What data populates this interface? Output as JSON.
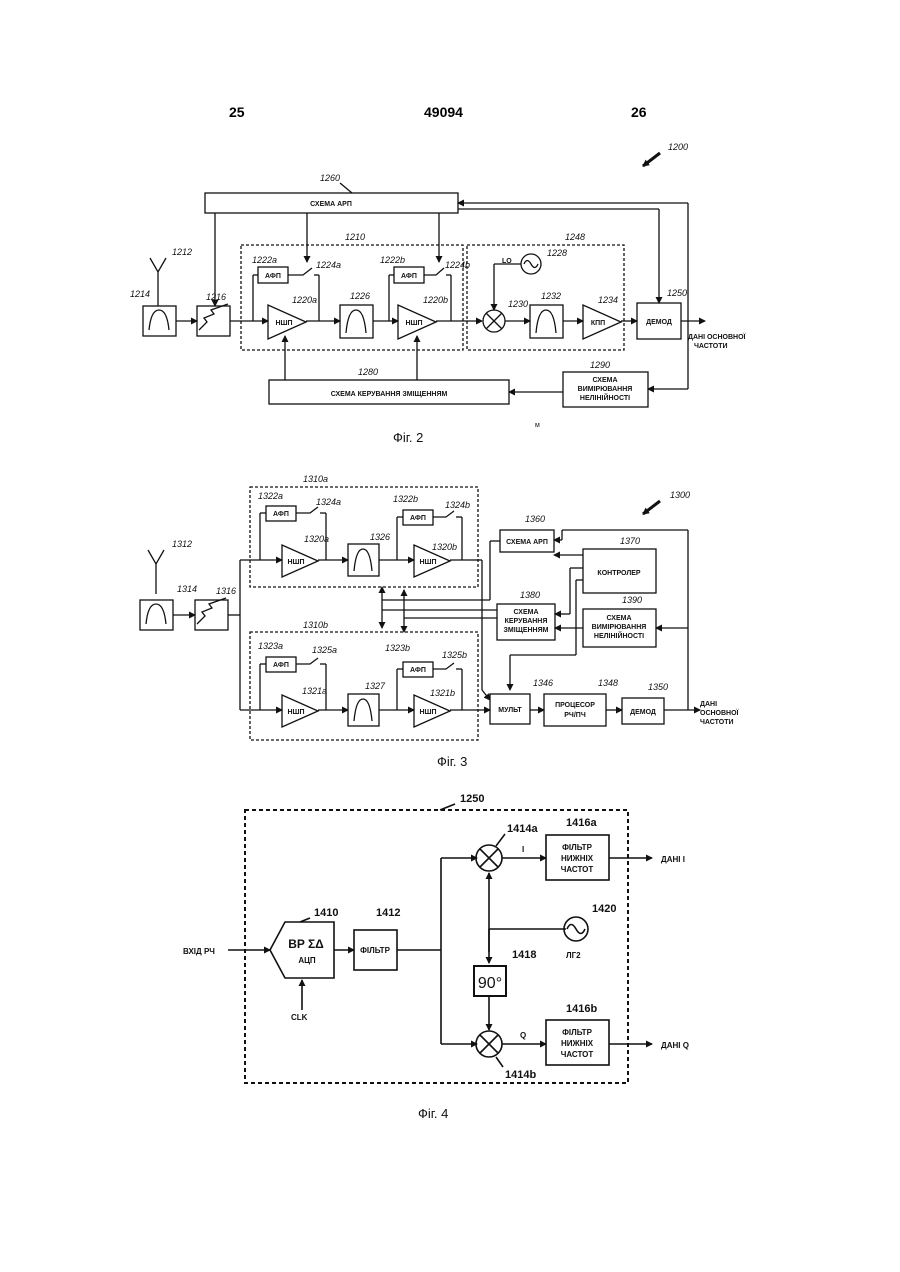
{
  "header": {
    "left_page": "25",
    "doc_number": "49094",
    "right_page": "26"
  },
  "fig2": {
    "caption": "Фіг. 2",
    "ref_main": "1200",
    "agc_label": "СХЕМА АРП",
    "agc_ref": "1260",
    "antenna_ref": "1212",
    "filter_ref": "1214",
    "attenuator_ref": "1216",
    "frontend_ref": "1210",
    "det_a_label": "АФП",
    "det_a_ref": "1222a",
    "sw_a_ref": "1224a",
    "det_b_label": "АФП",
    "det_b_ref": "1222b",
    "sw_b_ref": "1224b",
    "lna_a_label": "НШП",
    "lna_a_ref": "1220a",
    "lna_b_label": "НШП",
    "lna_b_ref": "1220b",
    "bpf_ref": "1226",
    "downconv_ref": "1248",
    "lo_label": "LO",
    "lo_ref": "1228",
    "mixer_ref": "1230",
    "bpf2_ref": "1232",
    "vga_label": "КПП",
    "vga_ref": "1234",
    "demod_label": "ДЕМОД",
    "demod_ref": "1250",
    "output_line1": "ДАНІ ОСНОВНОЇ",
    "output_line2": "ЧАСТОТИ",
    "bias_label": "СХЕМА КЕРУВАННЯ ЗМІЩЕННЯМ",
    "bias_ref": "1280",
    "meas_line1": "СХЕМА",
    "meas_line2": "ВИМІРЮВАННЯ",
    "meas_line3": "НЕЛІНІЙНОСТІ",
    "meas_ref": "1290",
    "stray_mark": "м"
  },
  "fig3": {
    "caption": "Фіг. 3",
    "ref_main": "1300",
    "antenna_ref": "1312",
    "filter_ref": "1314",
    "attenuator_ref": "1316",
    "path_a_ref": "1310a",
    "path_b_ref": "1310b",
    "det_1322a_label": "АФП",
    "det_1322a_ref": "1322a",
    "sw_1324a_ref": "1324a",
    "det_1322b_label": "АФП",
    "det_1322b_ref": "1322b",
    "sw_1324b_ref": "1324b",
    "lna_1320a_label": "НШП",
    "lna_1320a_ref": "1320a",
    "lna_1320b_label": "НШП",
    "lna_1320b_ref": "1320b",
    "bpf_1326_ref": "1326",
    "det_1323a_label": "АФП",
    "det_1323a_ref": "1323a",
    "sw_1325a_ref": "1325a",
    "det_1323b_label": "АФП",
    "det_1323b_ref": "1323b",
    "sw_1325b_ref": "1325b",
    "lna_1321a_label": "НШП",
    "lna_1321a_ref": "1321a",
    "lna_1321b_label": "НШП",
    "lna_1321b_ref": "1321b",
    "bpf_1327_ref": "1327",
    "agc_label": "СХЕМА АРП",
    "agc_ref": "1360",
    "ctrl_label": "КОНТРОЛЕР",
    "ctrl_ref": "1370",
    "bias_line1": "СХЕМА",
    "bias_line2": "КЕРУВАННЯ",
    "bias_line3": "ЗМІЩЕННЯМ",
    "bias_ref": "1380",
    "meas_line1": "СХЕМА",
    "meas_line2": "ВИМІРЮВАННЯ",
    "meas_line3": "НЕЛІНІЙНОСТІ",
    "meas_ref": "1390",
    "mux_label": "МУЛЬТ",
    "mux_ref": "1346",
    "proc_line1": "ПРОЦЕСОР",
    "proc_line2": "РЧ/ПЧ",
    "proc_ref": "1348",
    "demod_label": "ДЕМОД",
    "demod_ref": "1350",
    "output_line1": "ДАНІ",
    "output_line2": "ОСНОВНОЇ",
    "output_line3": "ЧАСТОТИ"
  },
  "fig4": {
    "caption": "Фіг. 4",
    "frame_ref": "1250",
    "input_label": "ВХІД РЧ",
    "clock_label": "CLK",
    "adc_line1": "BP ΣΔ",
    "adc_line2": "АЦП",
    "adc_ref": "1410",
    "filter_label": "ФІЛЬТР",
    "filter_ref": "1412",
    "mixer_i_ref": "1414a",
    "mixer_q_ref": "1414b",
    "i_label": "I",
    "q_label": "Q",
    "lpf_i_line1": "ФІЛЬТР",
    "lpf_i_line2": "НИЖНІХ",
    "lpf_i_line3": "ЧАСТОТ",
    "lpf_i_ref": "1416a",
    "lpf_q_line1": "ФІЛЬТР",
    "lpf_q_line2": "НИЖНІХ",
    "lpf_q_line3": "ЧАСТОТ",
    "lpf_q_ref": "1416b",
    "phase_label": "90°",
    "phase_ref": "1418",
    "osc_label": "ЛГ2",
    "osc_ref": "1420",
    "out_i": "ДАНІ I",
    "out_q": "ДАНІ Q"
  }
}
